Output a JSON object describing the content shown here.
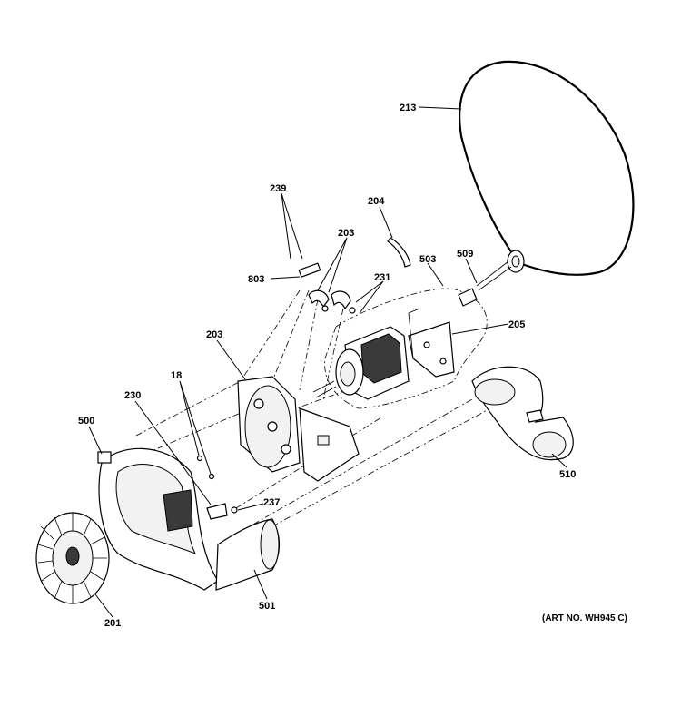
{
  "callouts": {
    "c213": "213",
    "c239": "239",
    "c204": "204",
    "c203a": "203",
    "c803": "803",
    "c231": "231",
    "c503": "503",
    "c509": "509",
    "c205": "205",
    "c203b": "203",
    "c18": "18",
    "c230": "230",
    "c500": "500",
    "c237": "237",
    "c510": "510",
    "c501": "501",
    "c201": "201"
  },
  "art_number": "(ART NO. WH945 C)"
}
